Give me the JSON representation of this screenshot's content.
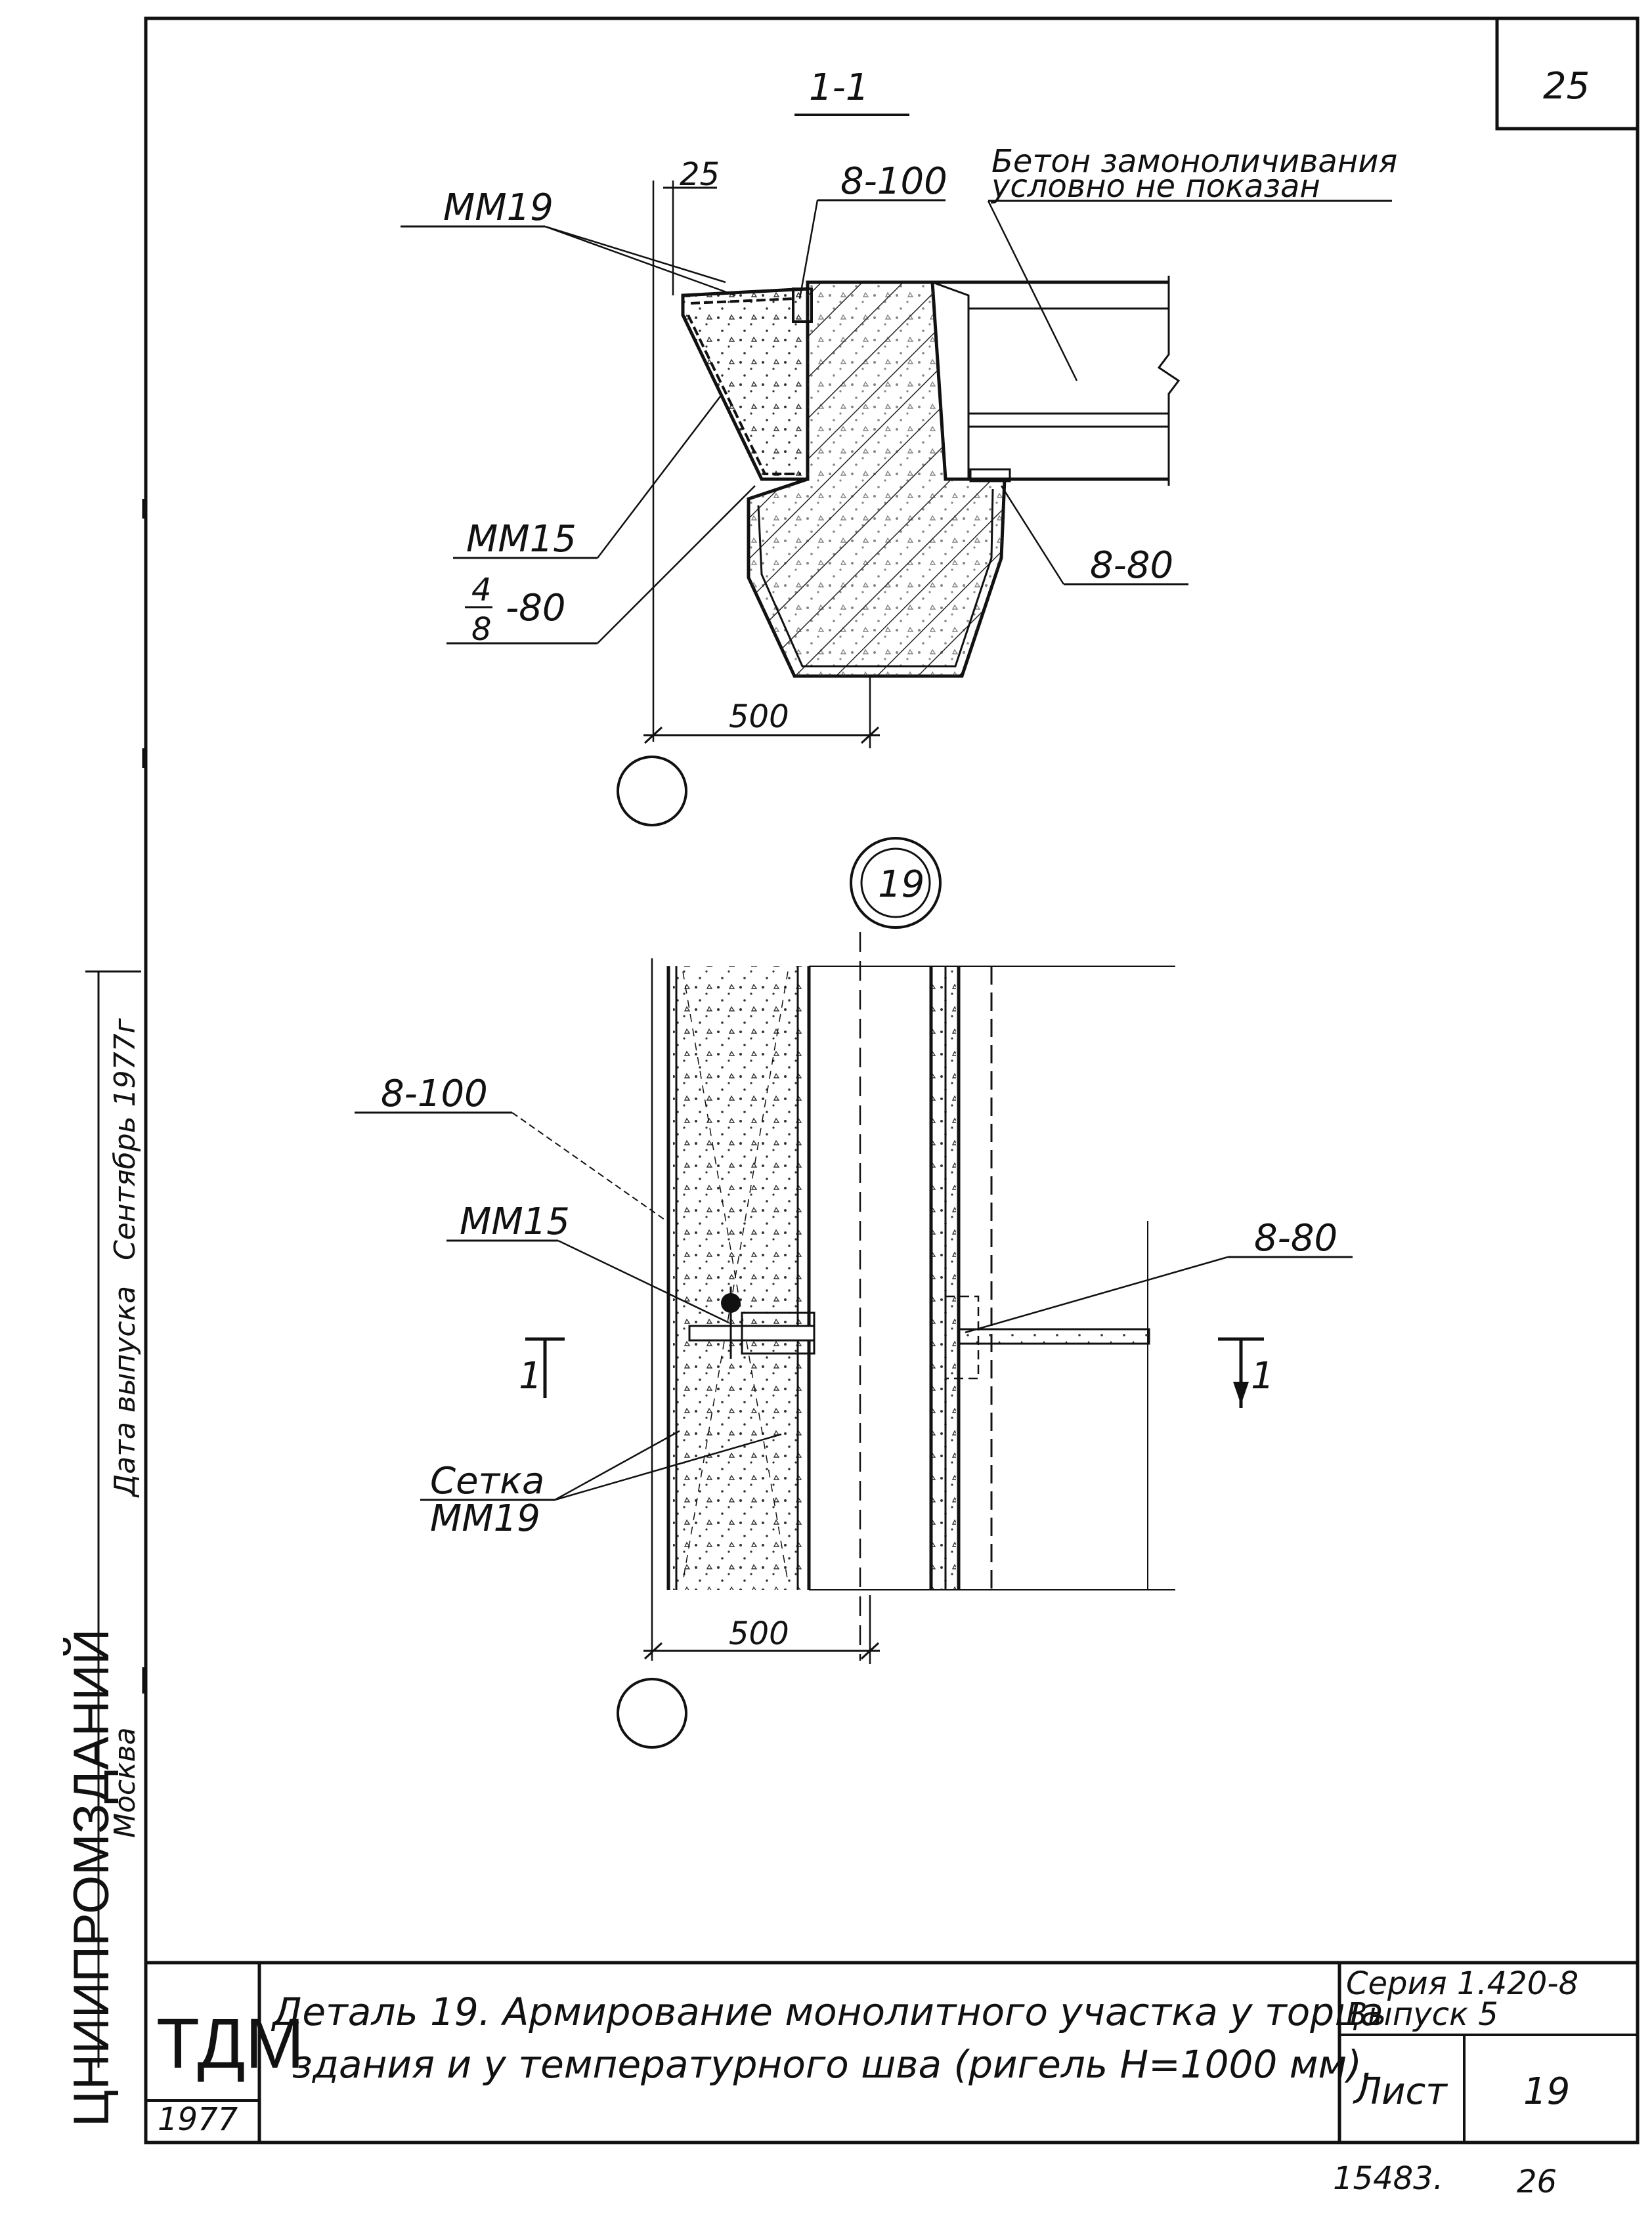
{
  "sheet": {
    "corner_number": "25",
    "section_label": "1-1",
    "detail_number": "19",
    "concrete_note_line1": "Бетон замоноличивания",
    "concrete_note_line2": "условно не показан"
  },
  "section_view": {
    "dim_25": "25",
    "label_mm19": "ММ19",
    "label_8_100": "8-100",
    "label_mm15": "ММ15",
    "label_frac_top": "4",
    "label_frac_bottom": "8",
    "label_frac_suffix": "-80",
    "label_8_80": "8-80",
    "dim_500": "500"
  },
  "plan_view": {
    "label_8_100": "8-100",
    "label_mm15": "ММ15",
    "label_8_80": "8-80",
    "label_mesh_line1": "Сетка",
    "label_mesh_line2": "ММ19",
    "cut_mark_left": "1",
    "cut_mark_right": "1",
    "dim_500": "500"
  },
  "title_block": {
    "org": "ТДМ",
    "year": "1977",
    "title_line1": "Деталь 19. Армирование монолитного участка у торца",
    "title_line2": "здания и у температурного шва (ригель Н=1000 мм).",
    "series": "Серия 1.420-8",
    "issue": "Выпуск 5",
    "sheet_label": "Лист",
    "sheet_number": "19"
  },
  "side_margin": {
    "org_full": "ЦНИИПРОМЗДАНИЙ",
    "city": "Москва",
    "date_label": "Дата выпуска",
    "date_value": "Сентябрь 1977г"
  },
  "footer": {
    "archive_number": "15483.",
    "page_number": "26"
  }
}
